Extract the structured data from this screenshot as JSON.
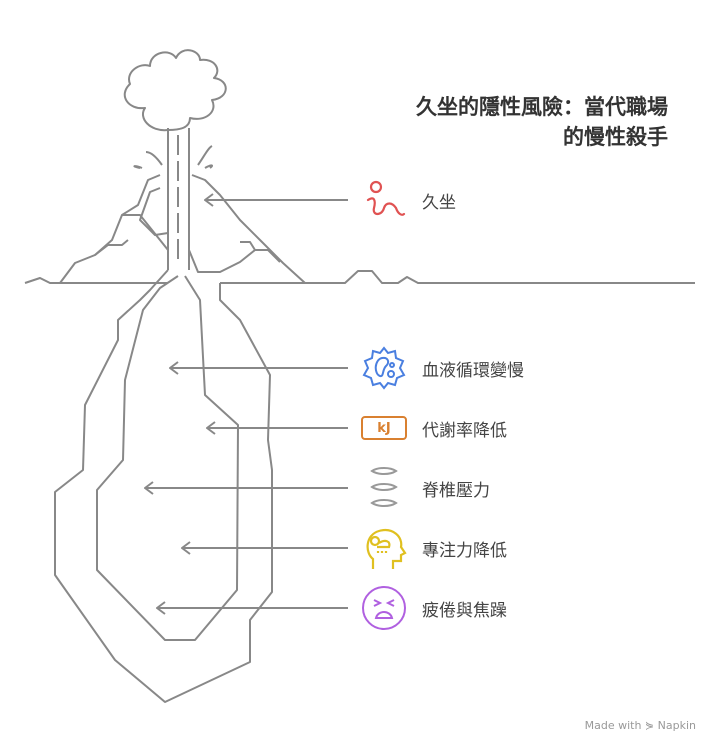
{
  "title": {
    "line1": "久坐的隱性風險：當代職場",
    "line2": "的慢性殺手"
  },
  "items": [
    {
      "label": "久坐",
      "icon": "sitting-person-icon",
      "color": "#e05252"
    },
    {
      "label": "血液循環變慢",
      "icon": "blood-cell-icon",
      "color": "#4a7fe0"
    },
    {
      "label": "代謝率降低",
      "icon": "kj-energy-icon",
      "badge": "kJ",
      "color": "#d98030"
    },
    {
      "label": "脊椎壓力",
      "icon": "spine-icon",
      "color": "#999999"
    },
    {
      "label": "專注力降低",
      "icon": "head-fog-icon",
      "color": "#e0c020"
    },
    {
      "label": "疲倦與焦躁",
      "icon": "tired-face-icon",
      "color": "#b060e0"
    }
  ],
  "footer": "Made with ⋟ Napkin"
}
